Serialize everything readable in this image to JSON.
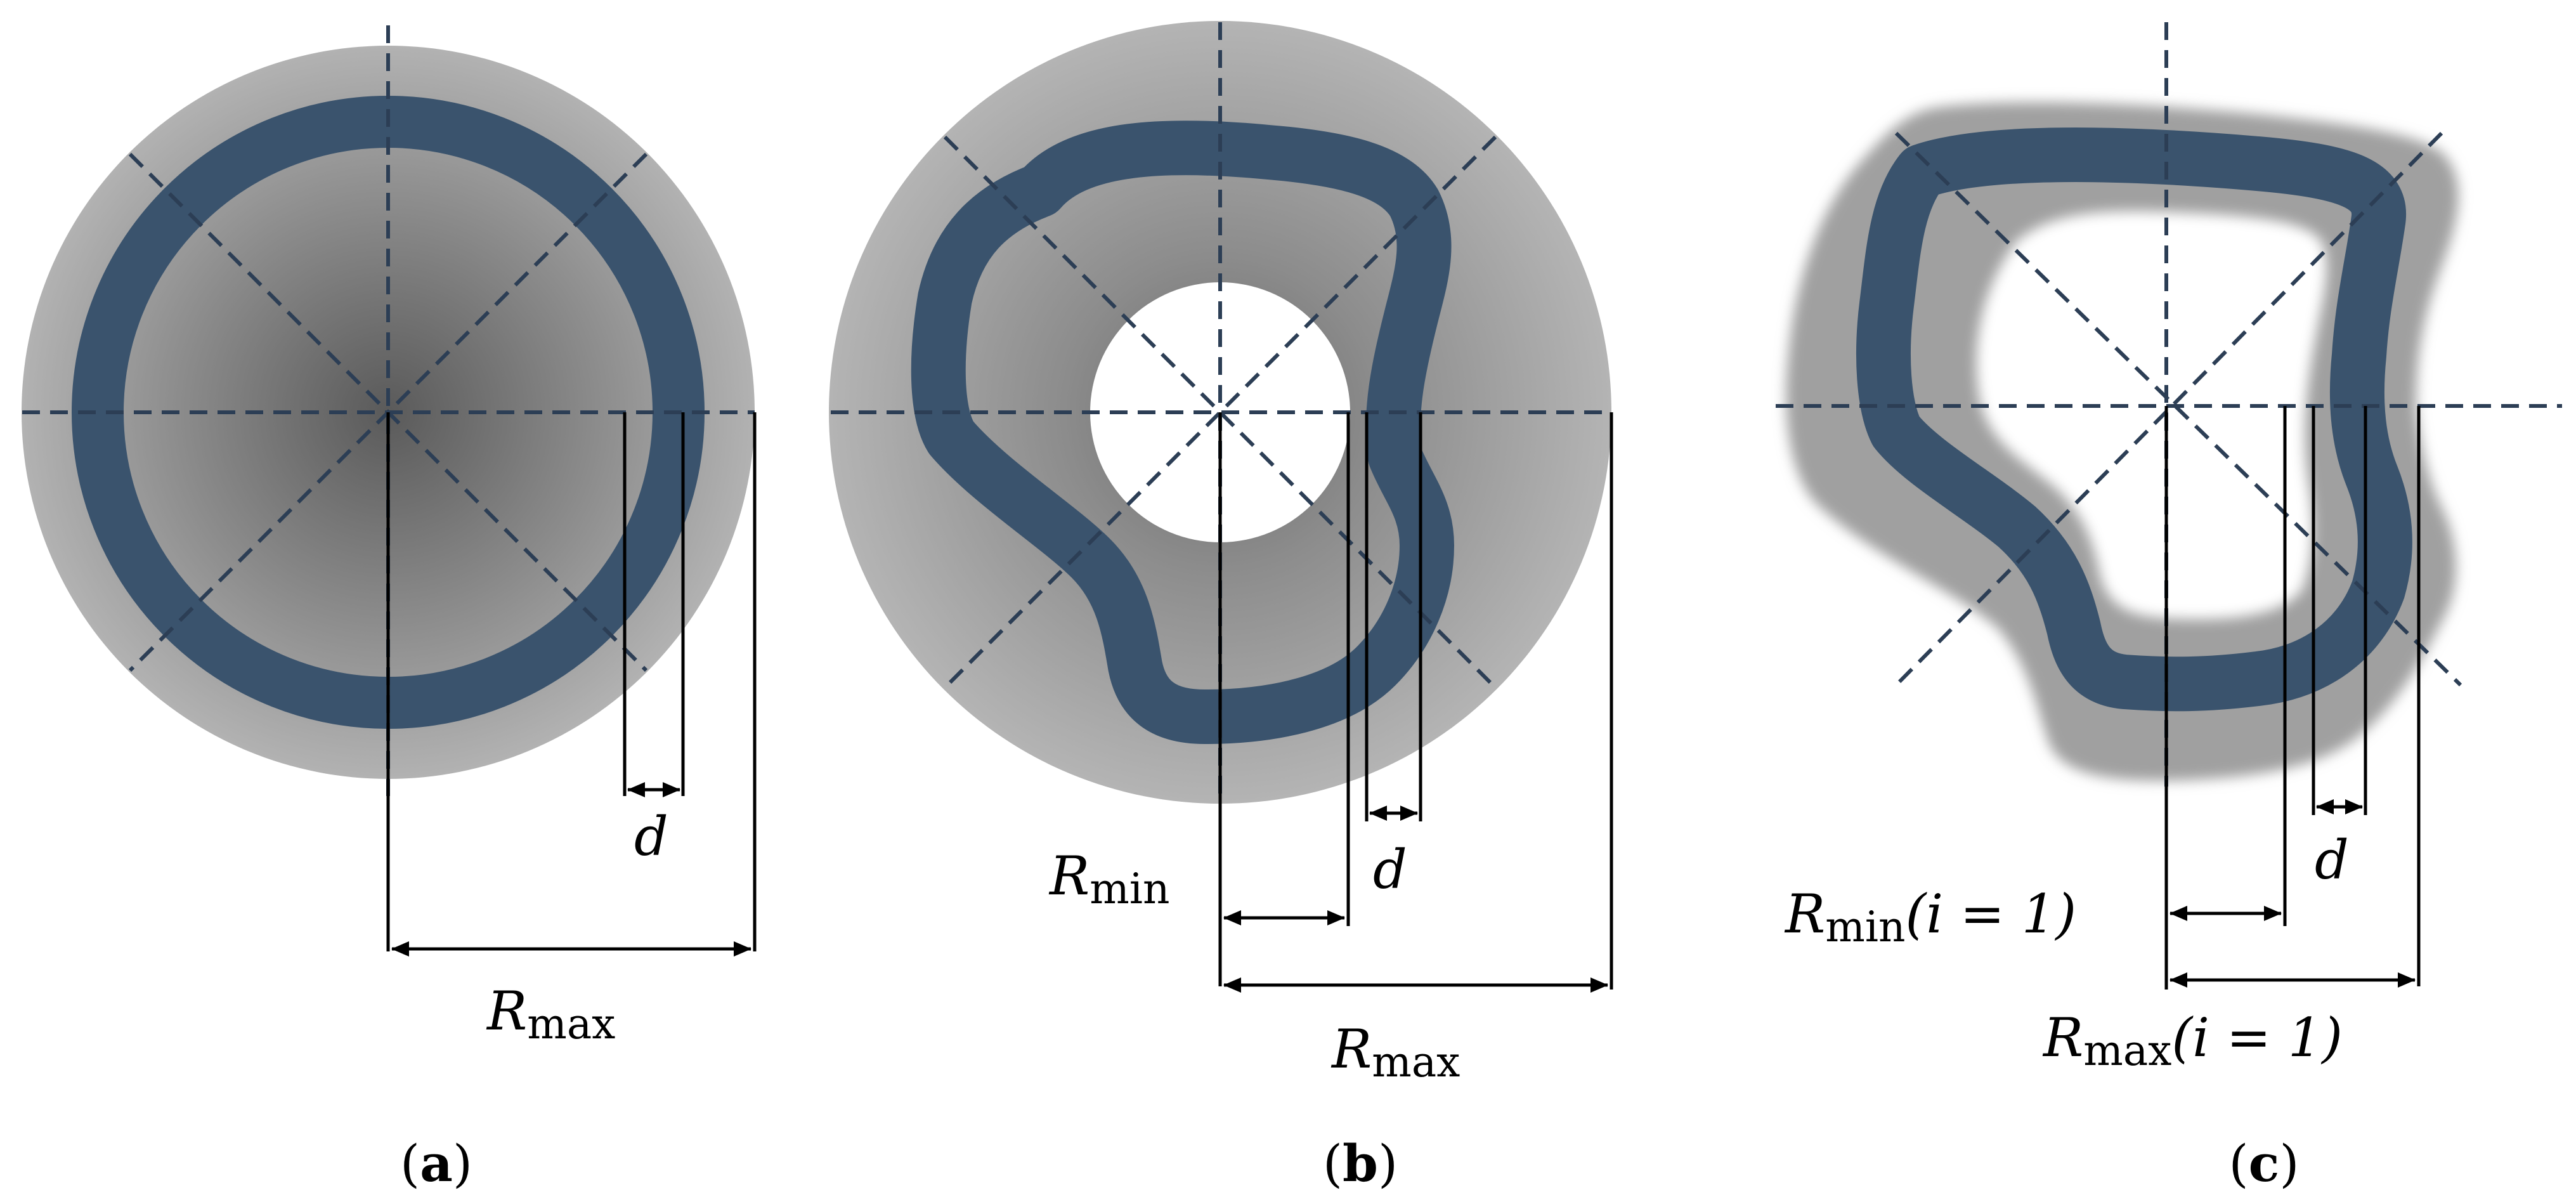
{
  "panels": [
    {
      "id": "a",
      "caption": "a",
      "labels": {
        "d": "d",
        "rmax_main": "R",
        "rmax_sub": "max"
      }
    },
    {
      "id": "b",
      "caption": "b",
      "labels": {
        "d": "d",
        "rmin_main": "R",
        "rmin_sub": "min",
        "rmin_sub_italic": "n",
        "rmax_main": "R",
        "rmax_sub": "max"
      }
    },
    {
      "id": "c",
      "caption": "c",
      "labels": {
        "d": "d",
        "rmin_main": "R",
        "rmin_sub": "min",
        "rmin_arg": "(i = 1)",
        "rmax_main": "R",
        "rmax_sub": "max",
        "rmax_arg": "(i = 1)"
      }
    }
  ],
  "colors": {
    "ring": "#3a536d",
    "halo_outer": "#b0b0b0",
    "halo_inner": "#5a5a5a",
    "dashed": "#2c3e55"
  }
}
